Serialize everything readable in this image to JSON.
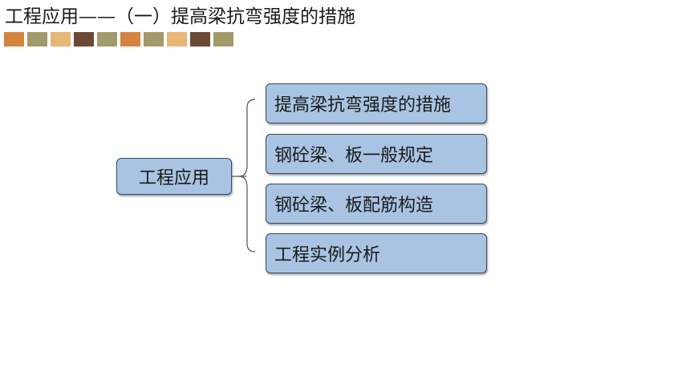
{
  "page": {
    "title": "工程应用——（一）提高梁抗弯强度的措施"
  },
  "swatches": [
    "#d4843f",
    "#a39a6b",
    "#e8b676",
    "#6b4a33",
    "#a39a6b",
    "#d4843f",
    "#a39a6b",
    "#e8b676",
    "#6b4a33",
    "#a39a6b"
  ],
  "diagram": {
    "root": "工程应用",
    "children": [
      "提高梁抗弯强度的措施",
      "钢砼梁、板一般规定",
      "钢砼梁、板配筋构造",
      "工程实例分析"
    ]
  },
  "colors": {
    "box_fill": "#a8c4e2",
    "box_border": "#3b4a5c",
    "connector": "#555555"
  }
}
